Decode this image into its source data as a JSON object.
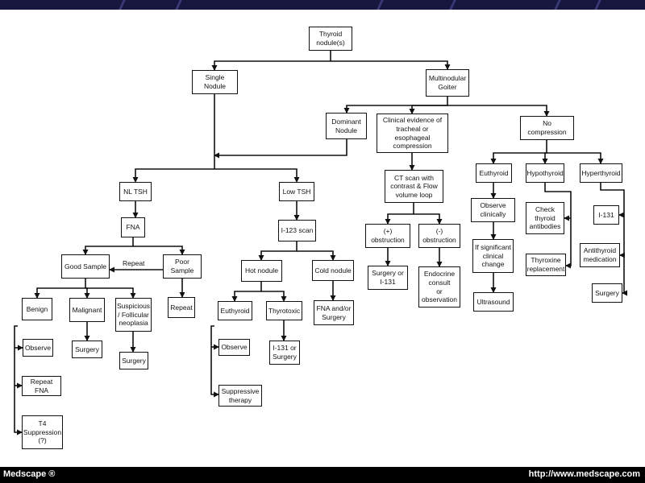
{
  "nodes": {
    "thyroid_nodules": "Thyroid\nnodule(s)",
    "single_nodule": "Single Nodule",
    "multinodular_goiter": "Multinodular\nGoiter",
    "dominant_nodule": "Dominant\nNodule",
    "clinical_evidence": "Clinical evidence of\ntracheal or esophageal\ncompression",
    "no_compression": "No compression",
    "nl_tsh": "NL TSH",
    "low_tsh": "Low TSH",
    "fna": "FNA",
    "i123_scan": "I-123 scan",
    "good_sample": "Good Sample",
    "poor_sample": "Poor Sample",
    "benign": "Benign",
    "malignant": "Malignant",
    "suspicious": "Suspicious\n/ Follicular\nneoplasia",
    "repeat": "Repeat",
    "observe_1": "Observe",
    "repeat_fna": "Repeat FNA",
    "t4_suppression": "T4\nSuppression\n(?)",
    "surgery_malignant": "Surgery",
    "surgery_suspicious": "Surgery",
    "hot_nodule": "Hot nodule",
    "cold_nodule": "Cold nodule",
    "euthyroid_hot": "Euthyroid",
    "thyrotoxic": "Thyrotoxic",
    "fna_surgery": "FNA and/or\nSurgery",
    "observe_2": "Observe",
    "i131_surgery": "I-131 or\nSurgery",
    "suppressive_therapy": "Suppressive\ntherapy",
    "ct_scan": "CT scan with\ncontrast & Flow\nvolume loop",
    "pos_obstruction": "(+)\nobstruction",
    "neg_obstruction": "(-)\nobstruction",
    "surgery_i131": "Surgery or\nI-131",
    "endocrine_consult": "Endocrine\nconsult\nor\nobservation",
    "euthyroid_mng": "Euthyroid",
    "hypothyroid": "Hypothyroid",
    "hyperthyroid": "Hyperthyroid",
    "observe_clinically": "Observe\nclinically",
    "significant_change": "If significant\nclinical\nchange",
    "ultrasound": "Ultrasound",
    "check_antibodies": "Check\nthyroid\nantibodies",
    "thyroxine_replacement": "Thyroxine\nreplacement",
    "i131": "I-131",
    "antithyroid_medication": "Antithyroid\nmedication",
    "surgery_hyper": "Surgery"
  },
  "edge_labels": {
    "repeat_arrow": "Repeat"
  },
  "footer": {
    "left": "Medscape ®",
    "right": "http://www.medscape.com"
  },
  "colors": {
    "top_bar": "#16163e",
    "bottom_bar": "#000000",
    "line": "#111111"
  }
}
